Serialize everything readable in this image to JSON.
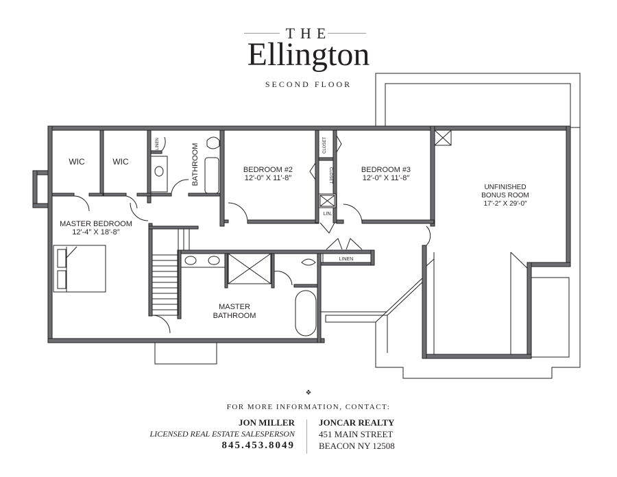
{
  "header": {
    "pre_title": "THE",
    "title": "Ellington",
    "subtitle": "SECOND FLOOR"
  },
  "rooms": {
    "wic_1": "WIC",
    "wic_2": "WIC",
    "linen_small": "LINEN",
    "bathroom": "BATHROOM",
    "master_bedroom": {
      "name": "MASTER BEDROOM",
      "size": "12′-4″ X 18′-8″"
    },
    "bedroom_2": {
      "name": "BEDROOM #2",
      "size": "12′-0″ X 11′-8″"
    },
    "bedroom_3": {
      "name": "BEDROOM #3",
      "size": "12′-0″ X 11′-8″"
    },
    "closet_1": "CLOSET",
    "closet_2": "CLOSET",
    "lin": "LIN.",
    "linen_hall": "LINEN",
    "bonus_room": {
      "name_line1": "UNFINISHED",
      "name_line2": "BONUS ROOM",
      "size": "17′-2″ X 29′-0″"
    },
    "master_bathroom": {
      "line1": "MASTER",
      "line2": "BATHROOM"
    }
  },
  "footer": {
    "ornament": "❖",
    "info": "FOR MORE INFORMATION, CONTACT:",
    "agent_name": "JON MILLER",
    "agent_role": "LICENSED REAL ESTATE SALESPERSON",
    "agent_phone": "845.453.8049",
    "company_name": "JONCAR REALTY",
    "company_street": "451 MAIN STREET",
    "company_city": "BEACON NY 12508"
  },
  "colors": {
    "wall": "#58595b",
    "wall_outline": "#231f20",
    "text": "#231f20"
  }
}
